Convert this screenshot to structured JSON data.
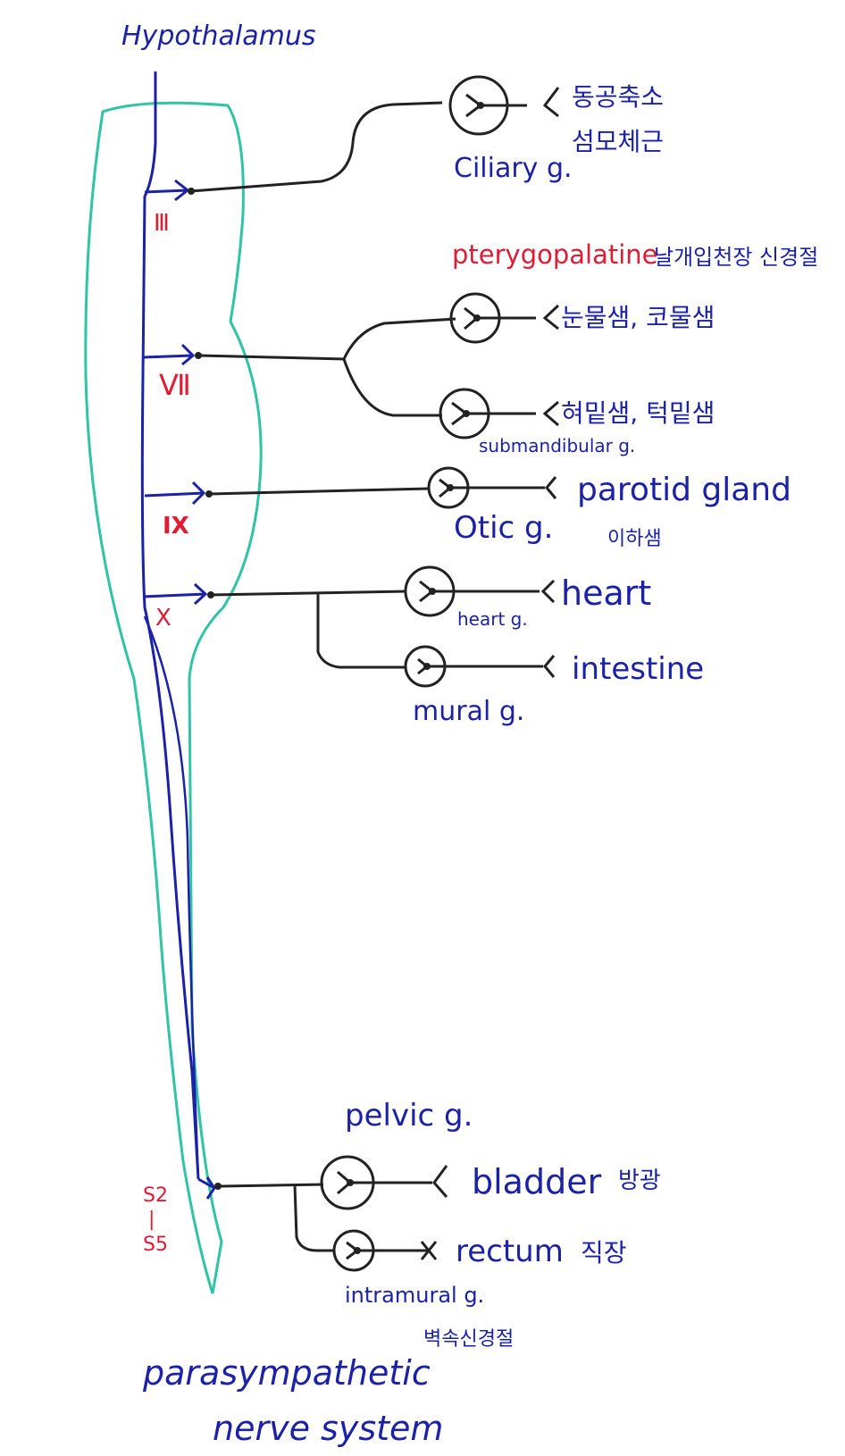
{
  "title": "Hypothalamus",
  "footer": [
    "parasympathetic",
    "nerve system"
  ],
  "cranial_nerves": {
    "III": "Ⅲ",
    "VII": "Ⅶ",
    "IX": "IX",
    "X": "X",
    "sacral": [
      "S2",
      "|",
      "S5"
    ]
  },
  "ganglia": {
    "ciliary": "Ciliary g.",
    "pterygopalatine": "pterygopalatine",
    "pterygopalatine_kr": "날개입천장 신경절",
    "submandibular": "submandibular g.",
    "otic": "Otic g.",
    "heart": "heart g.",
    "mural": "mural g.",
    "pelvic": "pelvic g.",
    "intramural": "intramural g.",
    "intramural_kr": "벽속신경절"
  },
  "targets": {
    "ciliary_1": "동공축소",
    "ciliary_2": "섬모체근",
    "lacrimal": "눈물샘, 코물샘",
    "sublingual": "혀밑샘, 턱밑샘",
    "parotid": "parotid gland",
    "parotid_kr": "이하샘",
    "heart": "heart",
    "intestine": "intestine",
    "bladder": "bladder",
    "bladder_kr": "방광",
    "rectum": "rectum",
    "rectum_kr": "직장"
  },
  "colors": {
    "nerve": "#1c22a8",
    "cord": "#2fc4a6",
    "fiber": "#222222",
    "roman": "#e01b34"
  }
}
